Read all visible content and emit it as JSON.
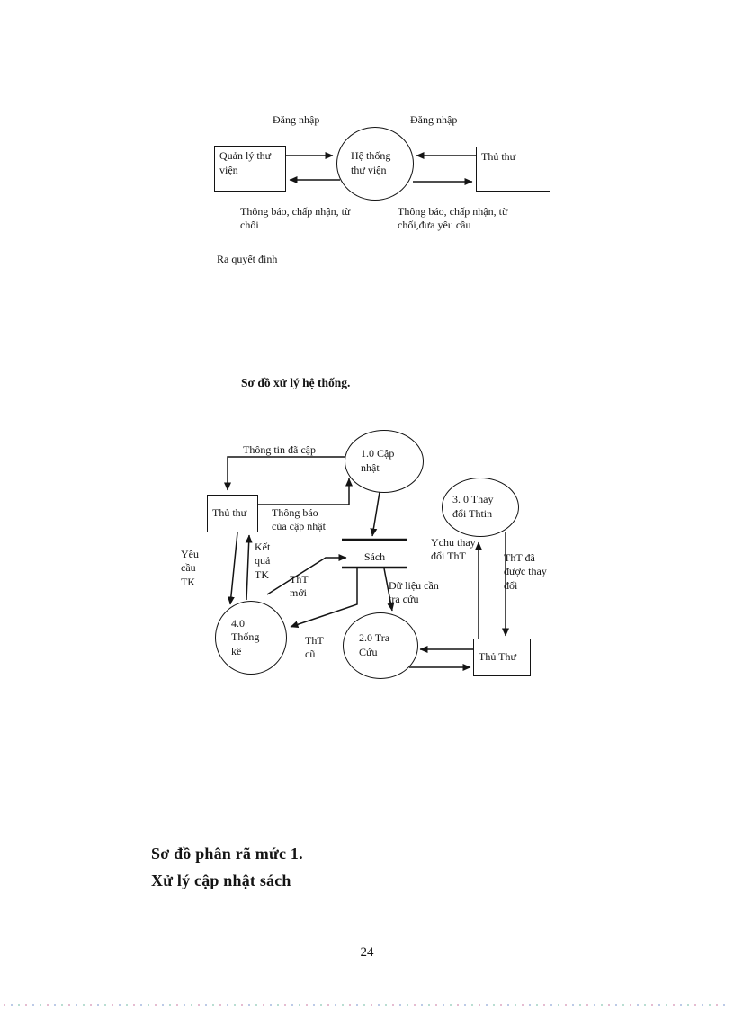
{
  "page": {
    "number": "24"
  },
  "context_diagram": {
    "labels": {
      "login_left": "Đăng nhập",
      "login_right": "Đăng nhập",
      "feedback_left": "Thông báo, chấp nhận, từ chối",
      "feedback_right": "Thông báo, chấp nhận, từ chối,đưa yêu cầu",
      "decision": "Ra quyết định"
    },
    "entities": {
      "left": "Quản lý thư viện",
      "right": "Thủ thư"
    },
    "process": "Hệ thống thư viện"
  },
  "caption": "Sơ đồ xử lý hệ thống.",
  "dfd": {
    "processes": {
      "p1": "1.0 Cập nhật",
      "p2": "2.0 Tra Cứu",
      "p3": "3. 0 Thay đổi Thtin",
      "p4": "4.0 Thống kê"
    },
    "entities": {
      "librarian_top": "Thủ thư",
      "librarian_bottom": "Thủ Thư"
    },
    "datastore": "Sách",
    "flows": {
      "updated_info": "Thông tin đã cập",
      "update_notice": "Thông báo của cập nhật",
      "new_info": "ThT mới",
      "old_info": "ThT cũ",
      "lookup_data": "Dữ liệu cần tra cứu",
      "stat_request": "Yêu cầu TK",
      "stat_result": "Kết quả TK",
      "change_request": "Ychu thay đổi ThT",
      "changed_info": "ThT đã được thay đổi"
    }
  },
  "footer": {
    "heading_line1": "Sơ đồ phân rã mức 1.",
    "heading_line2": "Xử lý cập nhật sách"
  }
}
